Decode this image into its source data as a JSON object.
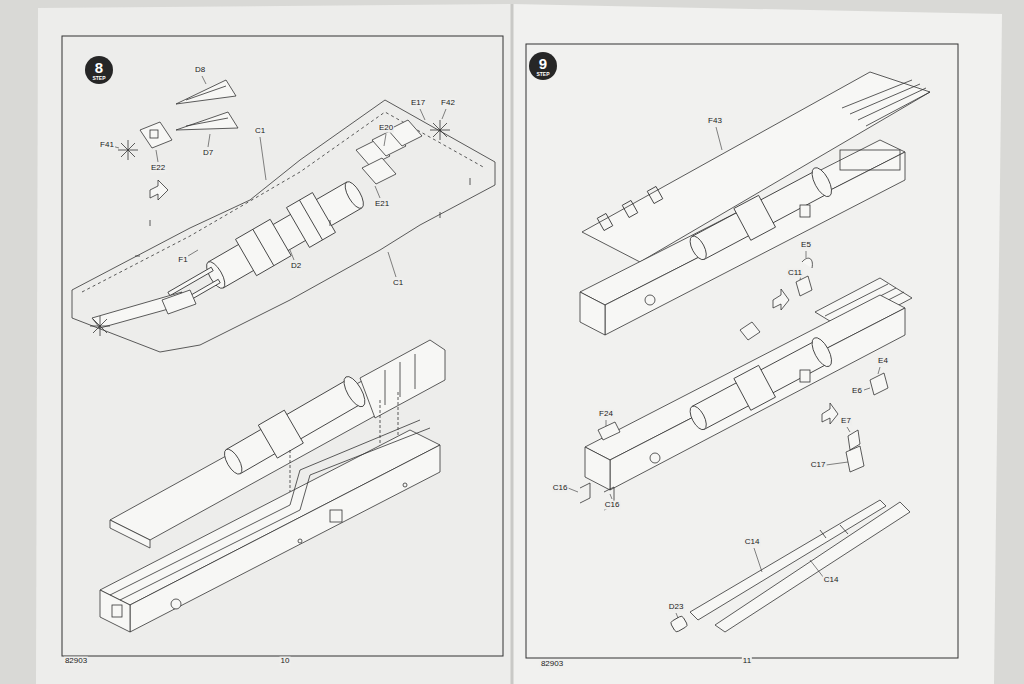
{
  "diagram": {
    "nodes": [
      {
        "text": [
          "8",
          "STEP"
        ]
      },
      {
        "text": [
          "9",
          "STEP"
        ]
      }
    ],
    "labels": [
      "D8",
      "F41",
      "D7",
      "E22",
      "C1",
      "E17",
      "F42",
      "E20",
      "E21",
      "F1",
      "D2",
      "C1",
      "82903",
      "10",
      "F43",
      "E5",
      "C11",
      "E4",
      "E6",
      "E7",
      "C17",
      "F24",
      "C16",
      "C16",
      "C14",
      "C14",
      "D23",
      "82903",
      "11"
    ]
  }
}
